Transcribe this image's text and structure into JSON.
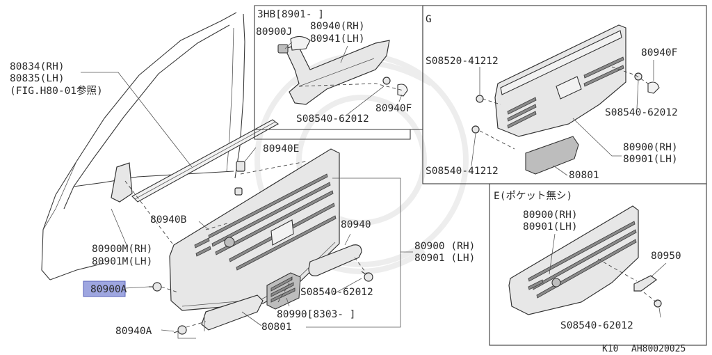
{
  "diagram": {
    "figure_code": "K10",
    "page_code": "AH80020025",
    "main_labels": {
      "glass_run_rh": "80834(RH)",
      "glass_run_lh": "80835(LH)",
      "fig_ref": "(FIG.H80-01参照)",
      "clip_e": "80940E",
      "clip_b": "80940B",
      "moulding_rh": "80900M(RH)",
      "moulding_lh": "80901M(LH)",
      "clip_a_highlight": "80900A",
      "clip_a": "80940A",
      "handle_clip": "80940",
      "screw_62012": "S08540-62012",
      "trim_rh": "80900 (RH)",
      "trim_lh": "80901 (LH)",
      "escutcheon": "80990[8303-  ]",
      "pocket": "80801"
    },
    "panel_3hb": {
      "title": "3HB[8901-  ]",
      "cap": "80900J",
      "handle_rh": "80940(RH)",
      "handle_lh": "80941(LH)",
      "clip_f": "80940F",
      "screw": "S08540-62012"
    },
    "panel_g": {
      "title": "G",
      "screw_41212_top": "S08520-41212",
      "clip_f": "80940F",
      "screw_62012": "S08540-62012",
      "trim_rh": "80900(RH)",
      "trim_lh": "80901(LH)",
      "screw_41212_bottom": "S08540-41212",
      "pocket": "80801"
    },
    "panel_e": {
      "title": "E(ポケット無シ)",
      "trim_rh": "80900(RH)",
      "trim_lh": "80901(LH)",
      "pull": "80950",
      "screw": "S08540-62012"
    },
    "colors": {
      "highlight": "#9ea6e0",
      "line": "#3a3a3a"
    }
  }
}
